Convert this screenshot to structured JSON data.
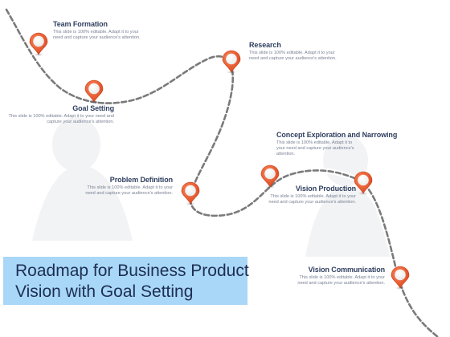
{
  "title": {
    "line1": "Roadmap for Business Product",
    "line2": "Vision with Goal Setting"
  },
  "colors": {
    "pin": "#e9572b",
    "path": "#7a7a7a",
    "title_bg": "#a9d7f7",
    "heading": "#2f3f60",
    "body_text": "#7a8294"
  },
  "milestones": [
    {
      "title": "Team Formation",
      "desc": "This slide is 100% editable. Adapt it to your need and capture your audience's attention."
    },
    {
      "title": "Goal Setting",
      "desc": "This slide is 100% editable. Adapt it to your need and capture your audience's attention."
    },
    {
      "title": "Research",
      "desc": "This slide is 100% editable. Adapt it to your need and capture your audience's attention."
    },
    {
      "title": "Problem Definition",
      "desc": "This slide is 100% editable. Adapt it to your need and capture your audience's attention."
    },
    {
      "title": "Concept Exploration and Narrowing",
      "desc": "This slide is 100% editable. Adapt it to your need and capture your audience's attention."
    },
    {
      "title": "Vision Production",
      "desc": "This slide is 100% editable. Adapt it to your need and capture your audience's attention."
    },
    {
      "title": "Vision Communication",
      "desc": "This slide is 100% editable. Adapt it to your need and capture your audience's attention."
    }
  ]
}
